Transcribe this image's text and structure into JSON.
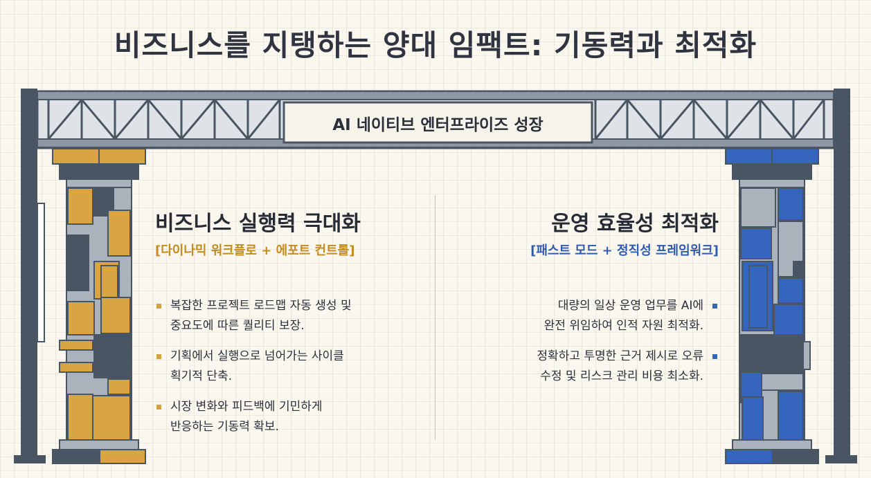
{
  "title": "비즈니스를 지탱하는 양대 임팩트: 기동력과 최적화",
  "banner": "AI 네이티브 엔터프라이즈 성장",
  "left": {
    "heading": "비즈니스 실행력 극대화",
    "subheading": "[다이나믹 워크플로 + 에포트 컨트롤]",
    "bullets": [
      {
        "line1": "복잡한 프로젝트 로드맵 자동 생성 및",
        "line2": "중요도에 따른 퀄리티 보장."
      },
      {
        "line1": "기획에서 실행으로 넘어가는 사이클",
        "line2": "획기적 단축."
      },
      {
        "line1": "시장 변화와 피드백에 기민하게",
        "line2": "반응하는 기동력 확보."
      }
    ]
  },
  "right": {
    "heading": "운영 효율성 최적화",
    "subheading": "[패스트 모드 + 정직성 프레임워크]",
    "bullets": [
      {
        "line1": "대량의 일상 운영 업무를 AI에",
        "line2": "완전 위임하여 인적 자원 최적화."
      },
      {
        "line1": "정확하고 투명한 근거 제시로 오류",
        "line2": "수정 및 리스크 관리 비용 최소화."
      }
    ]
  },
  "colors": {
    "gold_accent": "#d4a043",
    "blue_accent": "#3565bd",
    "steel": "#4a5563",
    "light_gray": "#aab2bb"
  }
}
